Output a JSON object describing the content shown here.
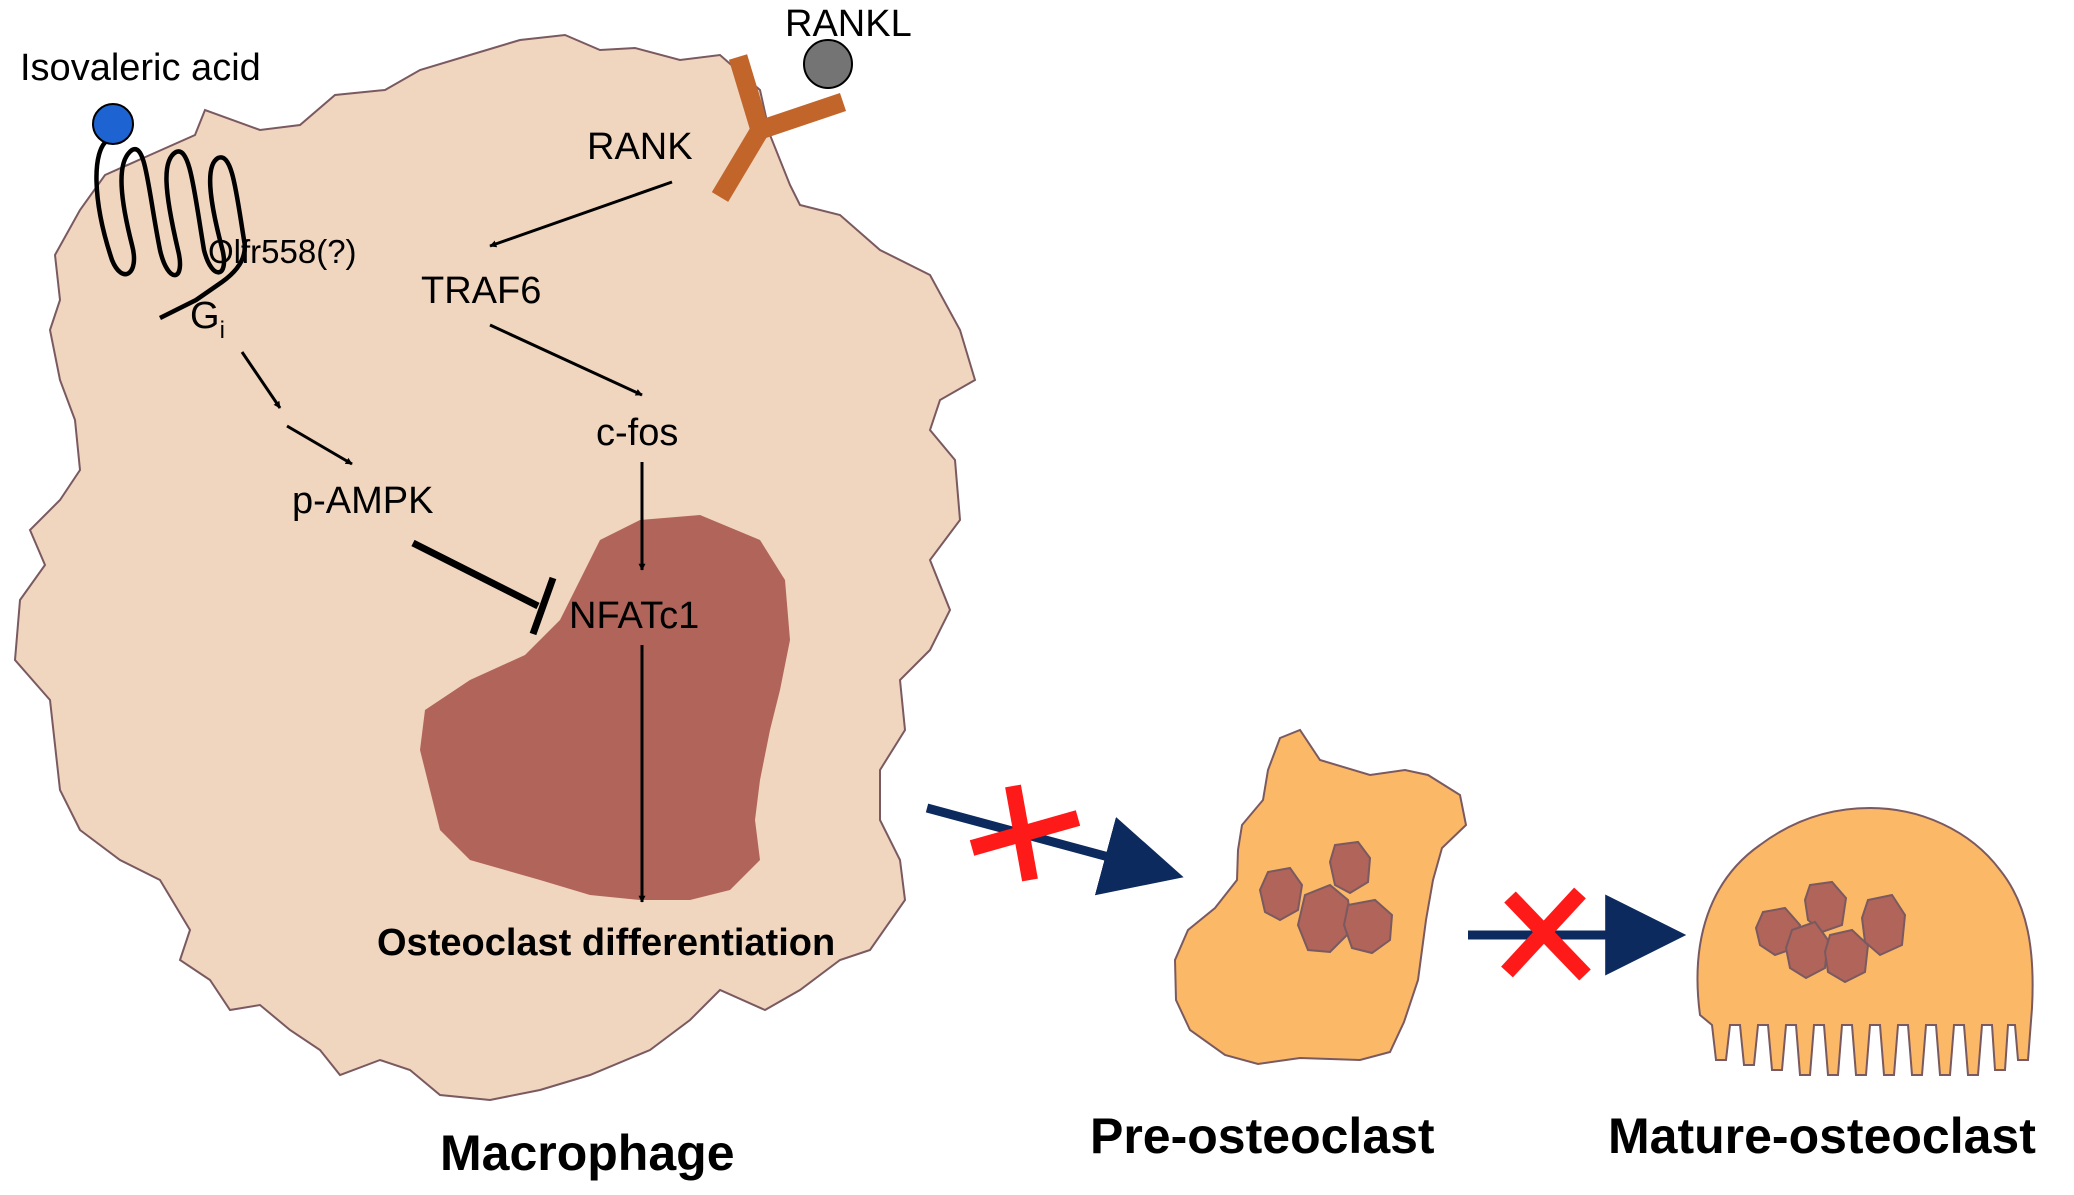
{
  "labels": {
    "isovaleric_acid": "Isovaleric acid",
    "rankl": "RANKL",
    "rank": "RANK",
    "olfr558": "Olfr558(?)",
    "gi_main": "G",
    "gi_sub": "i",
    "traf6": "TRAF6",
    "c_fos": "c-fos",
    "p_ampk": "p-AMPK",
    "nfatc1": "NFATc1",
    "osteoclast_differentiation": "Osteoclast differentiation"
  },
  "cells": {
    "macrophage": "Macrophage",
    "pre_osteoclast": "Pre-osteoclast",
    "mature_osteoclast": "Mature-osteoclast"
  },
  "colors": {
    "cytoplasm": "#f0d5bf",
    "nucleus": "#b0645a",
    "osteoclast_body": "#fbb866",
    "outline": "#7a5a60",
    "ligand_isovaleric": "#1e63d2",
    "ligand_rankl": "#747474",
    "receptor_rank": "#c1652a",
    "flow_arrow": "#0d2a5e",
    "block_cross": "#ff1a1a"
  }
}
